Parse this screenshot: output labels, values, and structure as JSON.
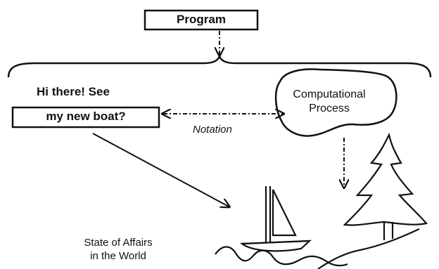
{
  "program": {
    "label": "Program"
  },
  "greeting": {
    "line1": "Hi there! See",
    "line2": "my new boat?"
  },
  "notation": {
    "label": "Notation"
  },
  "process": {
    "line1": "Computational",
    "line2": "Process"
  },
  "world": {
    "line1": "State of Affairs",
    "line2": "in the World"
  },
  "colors": {
    "ink": "#111111",
    "background": "#ffffff"
  }
}
